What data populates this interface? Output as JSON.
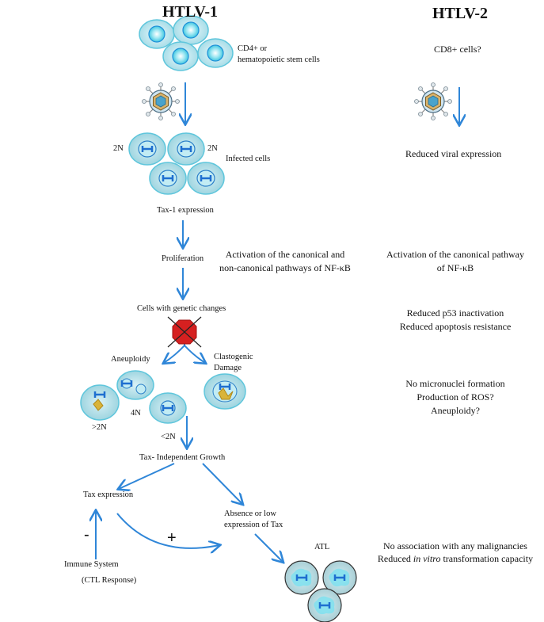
{
  "headers": {
    "left": "HTLV-1",
    "right": "HTLV-2"
  },
  "htlv1": {
    "cd4_label": "CD4+ or\nhematopoietic stem cells",
    "two_n_left": "2N",
    "two_n_right": "2N",
    "infected_cells": "Infected cells",
    "tax1_expression": "Tax-1 expression",
    "proliferation": "Proliferation",
    "nfkb_activation": "Activation of the canonical and\nnon-canonical pathways of NF-κB",
    "genetic_changes": "Cells with genetic changes",
    "aneuploidy": "Aneuploidy",
    "clastogenic": "Clastogenic\nDamage",
    "four_n": "4N",
    "gt2n": ">2N",
    "lt2n": "<2N",
    "tax_independent": "Tax- Independent Growth",
    "tax_expression": "Tax expression",
    "absence_tax": "Absence or low\nexpression of Tax",
    "plus": "+",
    "minus": "-",
    "immune_system": "Immune System",
    "ctl_response": "(CTL Response)",
    "atl": "ATL"
  },
  "htlv2": {
    "cd8": "CD8+ cells?",
    "reduced_viral": "Reduced viral expression",
    "canonical": "Activation of the canonical pathway\nof NF-κB",
    "p53": "Reduced p53 inactivation\nReduced apoptosis resistance",
    "micronuclei": "No micronuclei formation\nProduction of ROS?\nAneuploidy?",
    "malignancy_1": "No association with any malignancies",
    "malignancy_2_pre": "Reduced ",
    "malignancy_2_em": "in vitro",
    "malignancy_2_post": " transformation capacity"
  },
  "colors": {
    "arrow": "#2f86d8",
    "cell_fill": "#bfe7ee",
    "cell_stroke": "#5fc6dc",
    "nucleus": "#1e90d8",
    "stop_sign": "#d62020",
    "virus_capsid": "#5aa0c0",
    "virus_shell": "#c9a05a"
  }
}
